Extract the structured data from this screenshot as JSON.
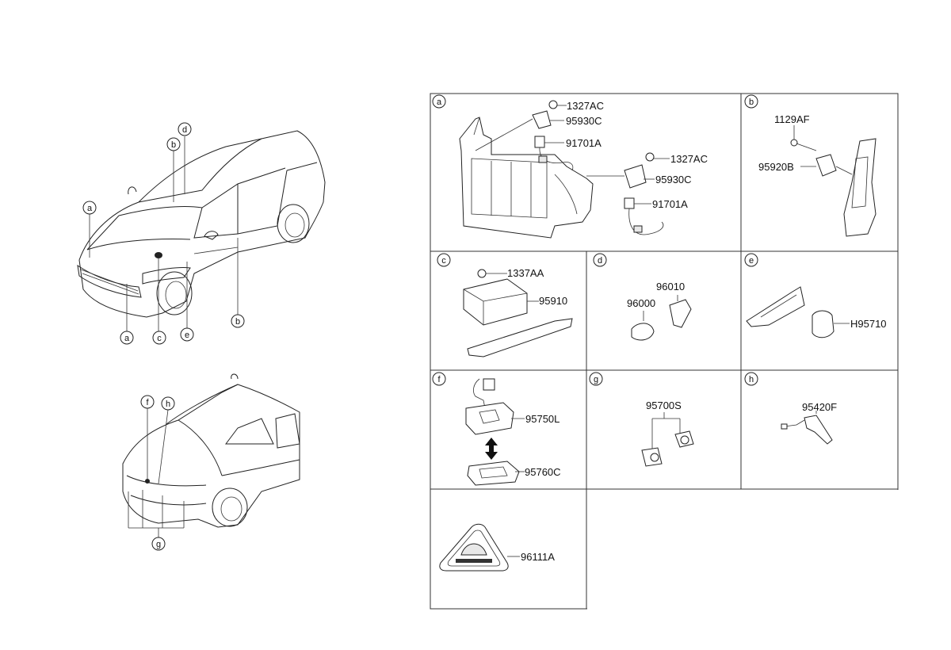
{
  "letters": [
    "a",
    "b",
    "c",
    "d",
    "e",
    "f",
    "g",
    "h"
  ],
  "front_callouts": [
    "a",
    "b",
    "d",
    "a",
    "c",
    "e",
    "b"
  ],
  "rear_callouts": [
    "f",
    "h",
    "g"
  ],
  "panel_a": {
    "tag": "a",
    "parts": [
      "1327AC",
      "95930C",
      "91701A",
      "1327AC",
      "95930C",
      "91701A"
    ]
  },
  "panel_b": {
    "tag": "b",
    "parts": [
      "1129AF",
      "95920B"
    ]
  },
  "panel_c": {
    "tag": "c",
    "parts": [
      "1337AA",
      "95910"
    ]
  },
  "panel_d": {
    "tag": "d",
    "parts": [
      "96010",
      "96000"
    ]
  },
  "panel_e": {
    "tag": "e",
    "parts": [
      "H95710"
    ]
  },
  "panel_f": {
    "tag": "f",
    "parts": [
      "95750L",
      "95760C"
    ]
  },
  "panel_g": {
    "tag": "g",
    "parts": [
      "95700S"
    ]
  },
  "panel_h": {
    "tag": "h",
    "parts": [
      "95420F"
    ]
  },
  "panel_sticker": {
    "parts": [
      "96111A"
    ]
  },
  "colors": {
    "line": "#222222",
    "background": "#ffffff"
  }
}
